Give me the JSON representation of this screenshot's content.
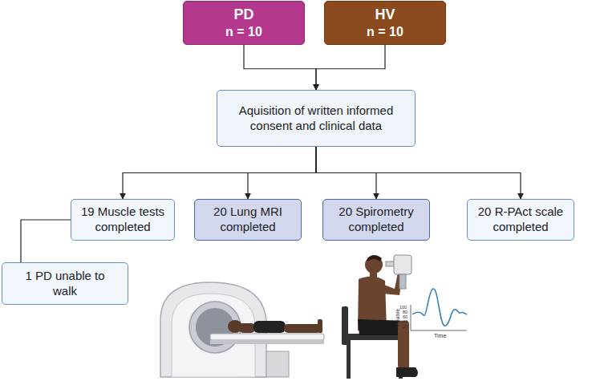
{
  "diagram": {
    "nodes": [
      {
        "text": [
          "PD",
          "n = 10"
        ]
      },
      {
        "text": [
          "HV",
          "n = 10"
        ]
      },
      {
        "text": [
          "Aquisition of written informed consent and clinical data"
        ]
      },
      {
        "text": [
          "19 Muscle tests completed"
        ]
      },
      {
        "text": [
          "20 Lung MRI completed"
        ]
      },
      {
        "text": [
          "20 Spirometry completed"
        ]
      },
      {
        "text": [
          "20 R-PAct scale completed"
        ]
      },
      {
        "text": [
          "1 PD unable to walk"
        ]
      }
    ],
    "edges": [
      {
        "from": 0,
        "to": 2,
        "arrow": "to"
      },
      {
        "from": 1,
        "to": 2,
        "arrow": "to"
      },
      {
        "from": 2,
        "to": 3,
        "arrow": "to"
      },
      {
        "from": 2,
        "to": 4,
        "arrow": "to"
      },
      {
        "from": 2,
        "to": 5,
        "arrow": "to"
      },
      {
        "from": 2,
        "to": 6,
        "arrow": "to"
      },
      {
        "from": 3,
        "to": 7,
        "arrow": "none"
      }
    ],
    "labels": [
      "100",
      "80",
      "60",
      "40",
      "20",
      "Volume",
      "Time"
    ]
  }
}
